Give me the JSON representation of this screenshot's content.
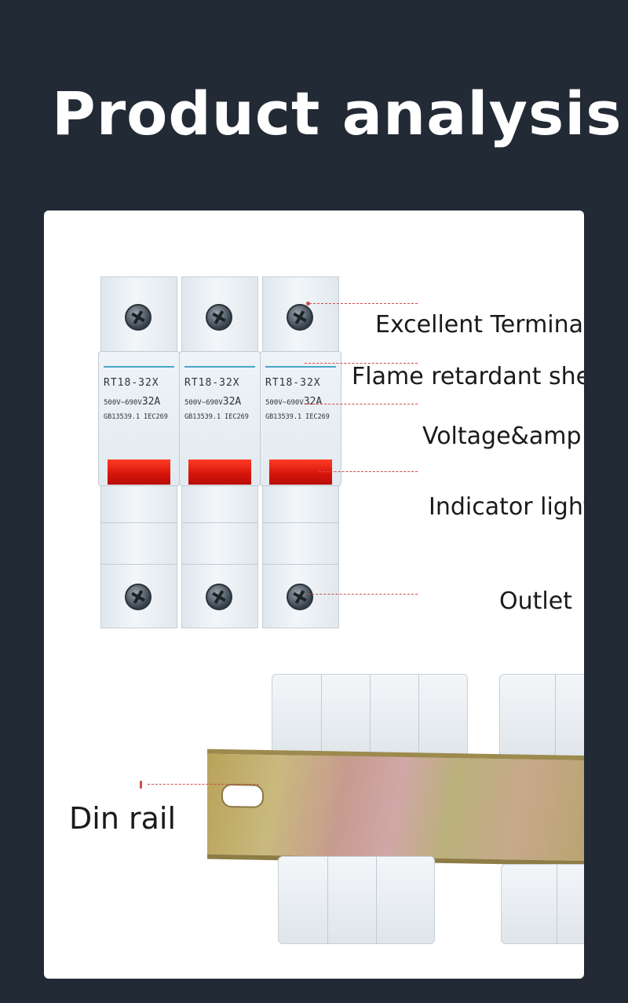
{
  "title": "Product analysis",
  "labels": {
    "terminal": "Excellent Terminal",
    "shell": "Flame retardant shell",
    "voltage": "Voltage&amp",
    "indicator": "Indicator light",
    "outlet": "Outlet",
    "din_rail": "Din rail"
  },
  "fuse": {
    "poles": [
      {
        "model": "RT18-32X",
        "rating_low": "500V~690V",
        "rating_amp": "32A",
        "standards": "GB13539.1 IEC269"
      },
      {
        "model": "RT18-32X",
        "rating_low": "500V~690V",
        "rating_amp": "32A",
        "standards": "GB13539.1 IEC269"
      },
      {
        "model": "RT18-32X",
        "rating_low": "500V~690V",
        "rating_amp": "32A",
        "standards": "GB13539.1 IEC269"
      }
    ]
  },
  "colors": {
    "background": "#222a35",
    "card": "#ffffff",
    "leader": "#d14a4a",
    "indicator": "#e01a0e"
  }
}
